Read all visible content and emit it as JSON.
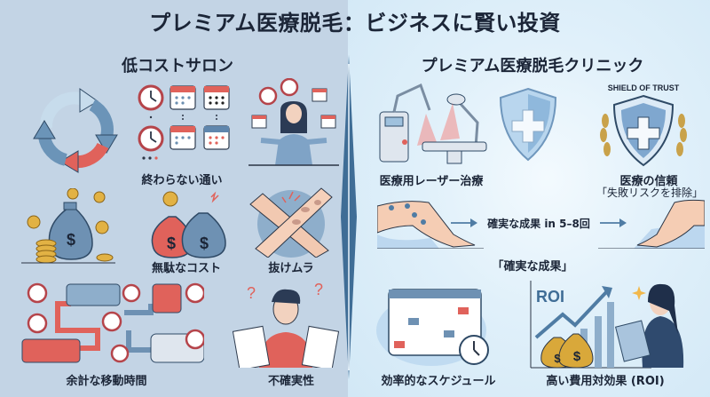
{
  "title": "プレミアム医療脱毛：ビジネスに賢い投資",
  "left_panel": {
    "heading": "低コストサロン",
    "items": [
      {
        "label": "終わらない通い",
        "icons": [
          "cycle-arrows",
          "clocks-and-calendars",
          "juggling-woman"
        ]
      },
      {
        "label": "無駄なコスト",
        "icons": [
          "money-bags-red-blue",
          "coins-bag"
        ]
      },
      {
        "label": "抜けムラ",
        "icons": [
          "patchy-skin-arms"
        ]
      },
      {
        "label": "余計な移動時間",
        "icons": [
          "bus-train-route-clocks"
        ]
      },
      {
        "label": "不確実性",
        "icons": [
          "confused-man-documents"
        ]
      }
    ]
  },
  "right_panel": {
    "heading": "プレミアム医療脱毛クリニック",
    "items": [
      {
        "label": "医療用レーザー治療",
        "icons": [
          "laser-machine-bed"
        ]
      },
      {
        "label": "",
        "icons": [
          "shield-cross"
        ]
      },
      {
        "label": "医療の信頼",
        "sublabel": "「失敗リスクを排除」",
        "badge_text": "SHIELD OF TRUST",
        "icons": [
          "shield-laurel"
        ]
      },
      {
        "label": "「確実な成果」",
        "flow_text": "確実な成果 in 5–8回",
        "icons": [
          "leg-before",
          "arrow-right",
          "leg-after"
        ]
      },
      {
        "label": "効率的なスケジュール",
        "icons": [
          "calendar-clock"
        ]
      },
      {
        "label": "高い費用対効果 (ROI)",
        "chart_label": "ROI",
        "icons": [
          "roi-chart-businesswoman"
        ]
      }
    ]
  },
  "colors": {
    "left_bg": "#c3d4e5",
    "right_bg": "#dceef9",
    "accent_blue": "#4f7ca4",
    "accent_red": "#e0625b",
    "text": "#1b2537",
    "gold": "#d9a83a"
  }
}
